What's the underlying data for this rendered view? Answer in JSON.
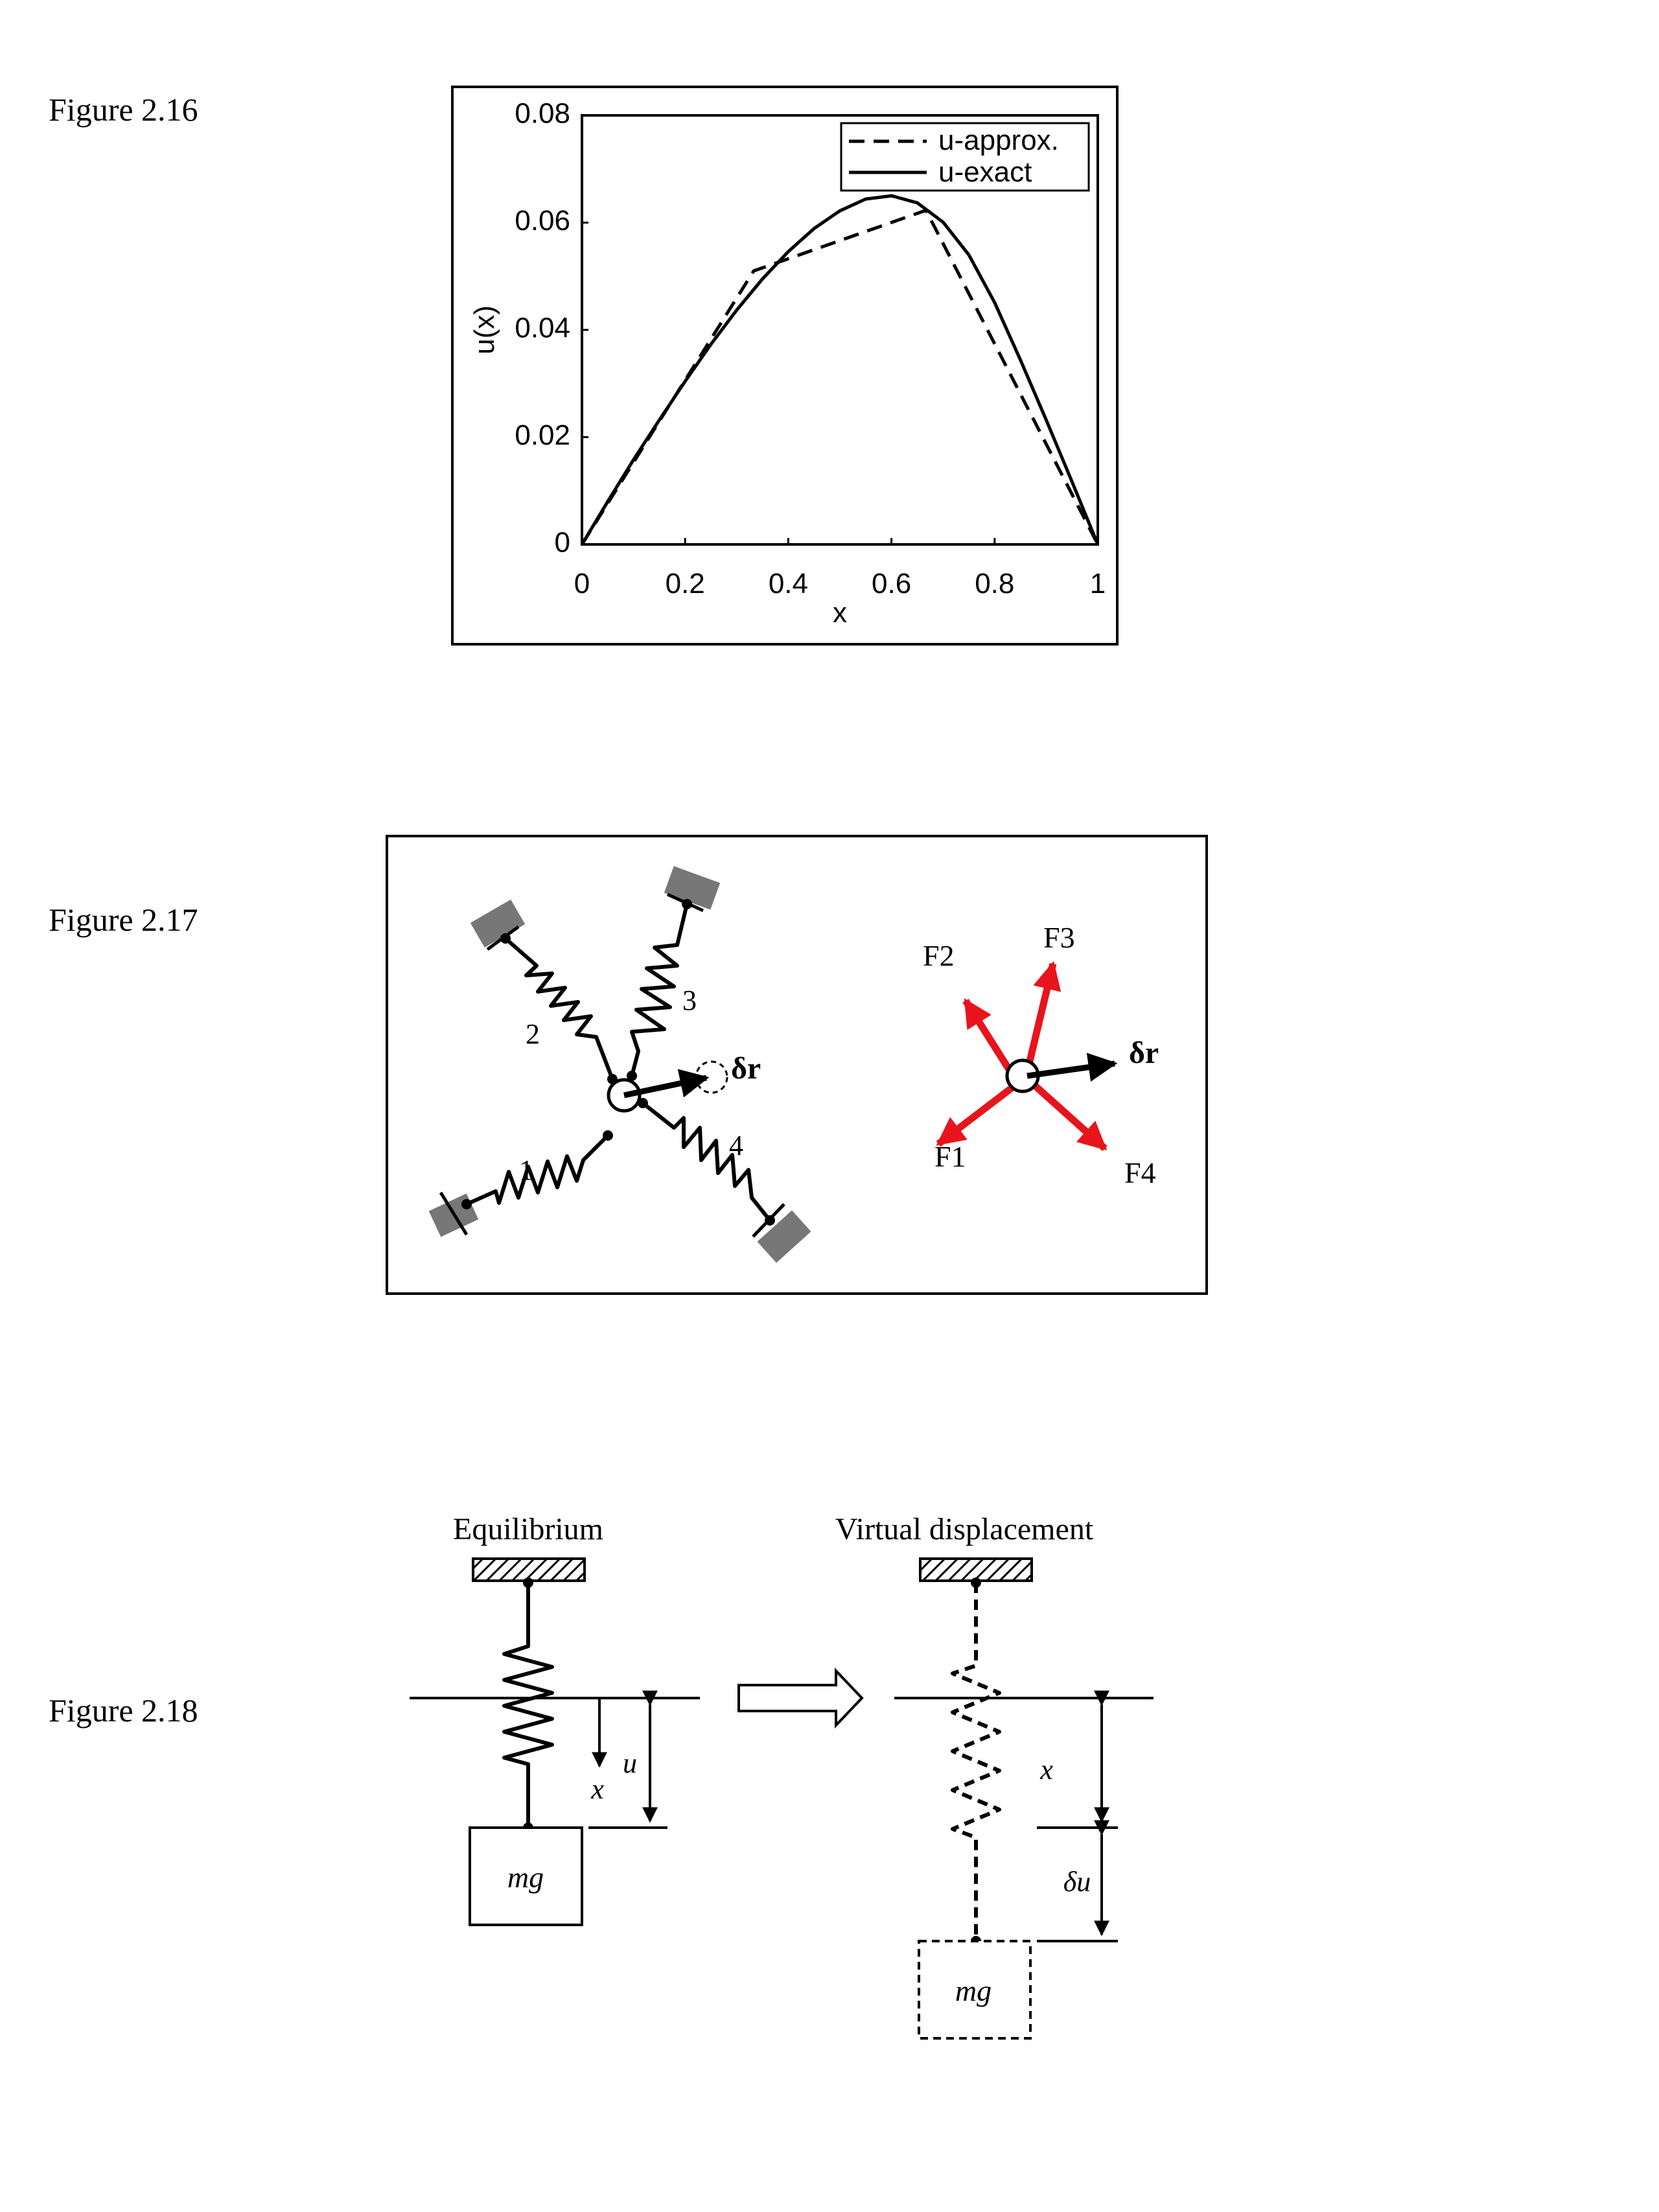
{
  "captions": {
    "fig16": "Figure 2.16",
    "fig17": "Figure 2.17",
    "fig18": "Figure 2.18"
  },
  "chart_data": {
    "type": "line",
    "xlabel": "x",
    "ylabel": "u(x)",
    "xlim": [
      0,
      1
    ],
    "ylim": [
      0,
      0.08
    ],
    "xticks": [
      "0",
      "0.2",
      "0.4",
      "0.6",
      "0.8",
      "1"
    ],
    "yticks": [
      "0",
      "0.02",
      "0.04",
      "0.06",
      "0.08"
    ],
    "grid": false,
    "legend_position": "top-right",
    "series": [
      {
        "name": "u-approx.",
        "style": "dashed",
        "x": [
          0,
          0.333,
          0.667,
          1
        ],
        "y": [
          0,
          0.051,
          0.0623,
          0
        ]
      },
      {
        "name": "u-exact",
        "style": "solid",
        "x": [
          0,
          0.05,
          0.1,
          0.15,
          0.2,
          0.25,
          0.3,
          0.35,
          0.4,
          0.45,
          0.5,
          0.55,
          0.6,
          0.65,
          0.7,
          0.75,
          0.8,
          0.85,
          0.9,
          0.95,
          1
        ],
        "y": [
          0,
          0.008,
          0.0158,
          0.0232,
          0.0304,
          0.0373,
          0.0437,
          0.0495,
          0.0546,
          0.0589,
          0.0622,
          0.0644,
          0.065,
          0.0637,
          0.0601,
          0.054,
          0.0451,
          0.0344,
          0.0232,
          0.0117,
          0
        ]
      }
    ]
  },
  "fig17": {
    "spring_labels": [
      "1",
      "2",
      "3",
      "4"
    ],
    "displacement_label": "δr",
    "force_labels": [
      "F1",
      "F2",
      "F3",
      "F4"
    ],
    "force_color": "#e8141c",
    "support_color": "#777777"
  },
  "fig18": {
    "equilibrium_title": "Equilibrium",
    "virtual_title": "Virtual displacement",
    "mass_label": "mg",
    "x_label": "x",
    "u_label": "u",
    "delta_u_label": "δu"
  }
}
